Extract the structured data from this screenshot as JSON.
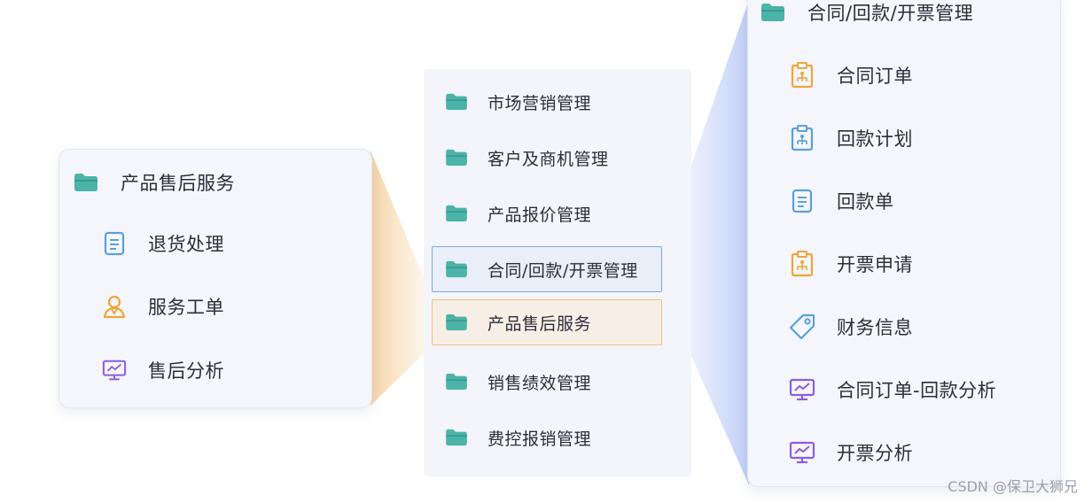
{
  "left_panel": {
    "title": "产品售后服务",
    "title_icon": "folder-icon",
    "items": [
      {
        "label": "退货处理",
        "icon": "document-icon",
        "color": "#5aa0d8"
      },
      {
        "label": "服务工单",
        "icon": "user-icon",
        "color": "#f0a43a"
      },
      {
        "label": "售后分析",
        "icon": "monitor-chart-icon",
        "color": "#8e5ce0"
      }
    ]
  },
  "center_menu": {
    "items": [
      {
        "label": "市场营销管理",
        "icon": "folder-icon",
        "state": "normal"
      },
      {
        "label": "客户及商机管理",
        "icon": "folder-icon",
        "state": "normal"
      },
      {
        "label": "产品报价管理",
        "icon": "folder-icon",
        "state": "normal"
      },
      {
        "label": "合同/回款/开票管理",
        "icon": "folder-icon",
        "state": "selected-blue"
      },
      {
        "label": "产品售后服务",
        "icon": "folder-icon",
        "state": "selected-orange"
      },
      {
        "label": "销售绩效管理",
        "icon": "folder-icon",
        "state": "normal"
      },
      {
        "label": "费控报销管理",
        "icon": "folder-icon",
        "state": "normal"
      }
    ]
  },
  "right_panel": {
    "title": "合同/回款/开票管理",
    "title_icon": "folder-icon",
    "items": [
      {
        "label": "合同订单",
        "icon": "clipboard-icon",
        "color": "#f0a43a"
      },
      {
        "label": "回款计划",
        "icon": "clipboard-icon",
        "color": "#5aa0d8"
      },
      {
        "label": "回款单",
        "icon": "document-icon",
        "color": "#5aa0d8"
      },
      {
        "label": "开票申请",
        "icon": "clipboard-icon",
        "color": "#f0a43a"
      },
      {
        "label": "财务信息",
        "icon": "tag-icon",
        "color": "#5aa0d8"
      },
      {
        "label": "合同订单-回款分析",
        "icon": "monitor-chart-icon",
        "color": "#8e5ce0"
      },
      {
        "label": "开票分析",
        "icon": "monitor-chart-icon",
        "color": "#8e5ce0"
      }
    ]
  },
  "colors": {
    "folder": "#4cb3a8",
    "selected_blue_border": "#7ea7e6",
    "selected_orange_border": "#f1bf7c"
  },
  "watermark": "CSDN @保卫大狮兄"
}
